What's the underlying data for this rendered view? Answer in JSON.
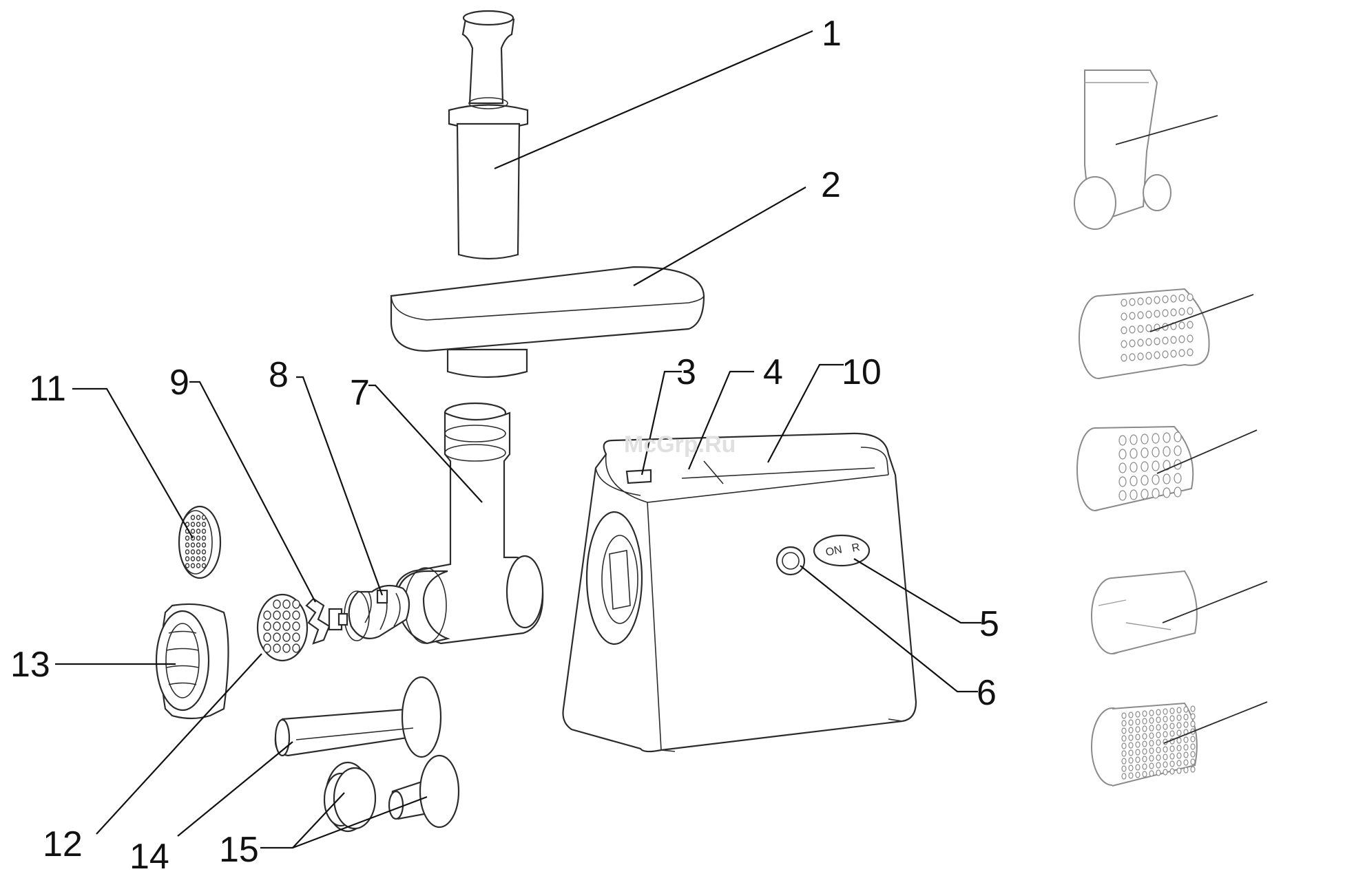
{
  "watermark": "McGrp.Ru",
  "callouts": [
    "1",
    "2",
    "3",
    "4",
    "5",
    "6",
    "7",
    "8",
    "9",
    "10",
    "11",
    "12",
    "13",
    "14",
    "15"
  ],
  "panel_labels": {
    "on": "ON",
    "reverse": "R"
  },
  "colors": {
    "line": "#2b2b2b",
    "faint_line": "#8a8a8a",
    "background": "#ffffff"
  }
}
